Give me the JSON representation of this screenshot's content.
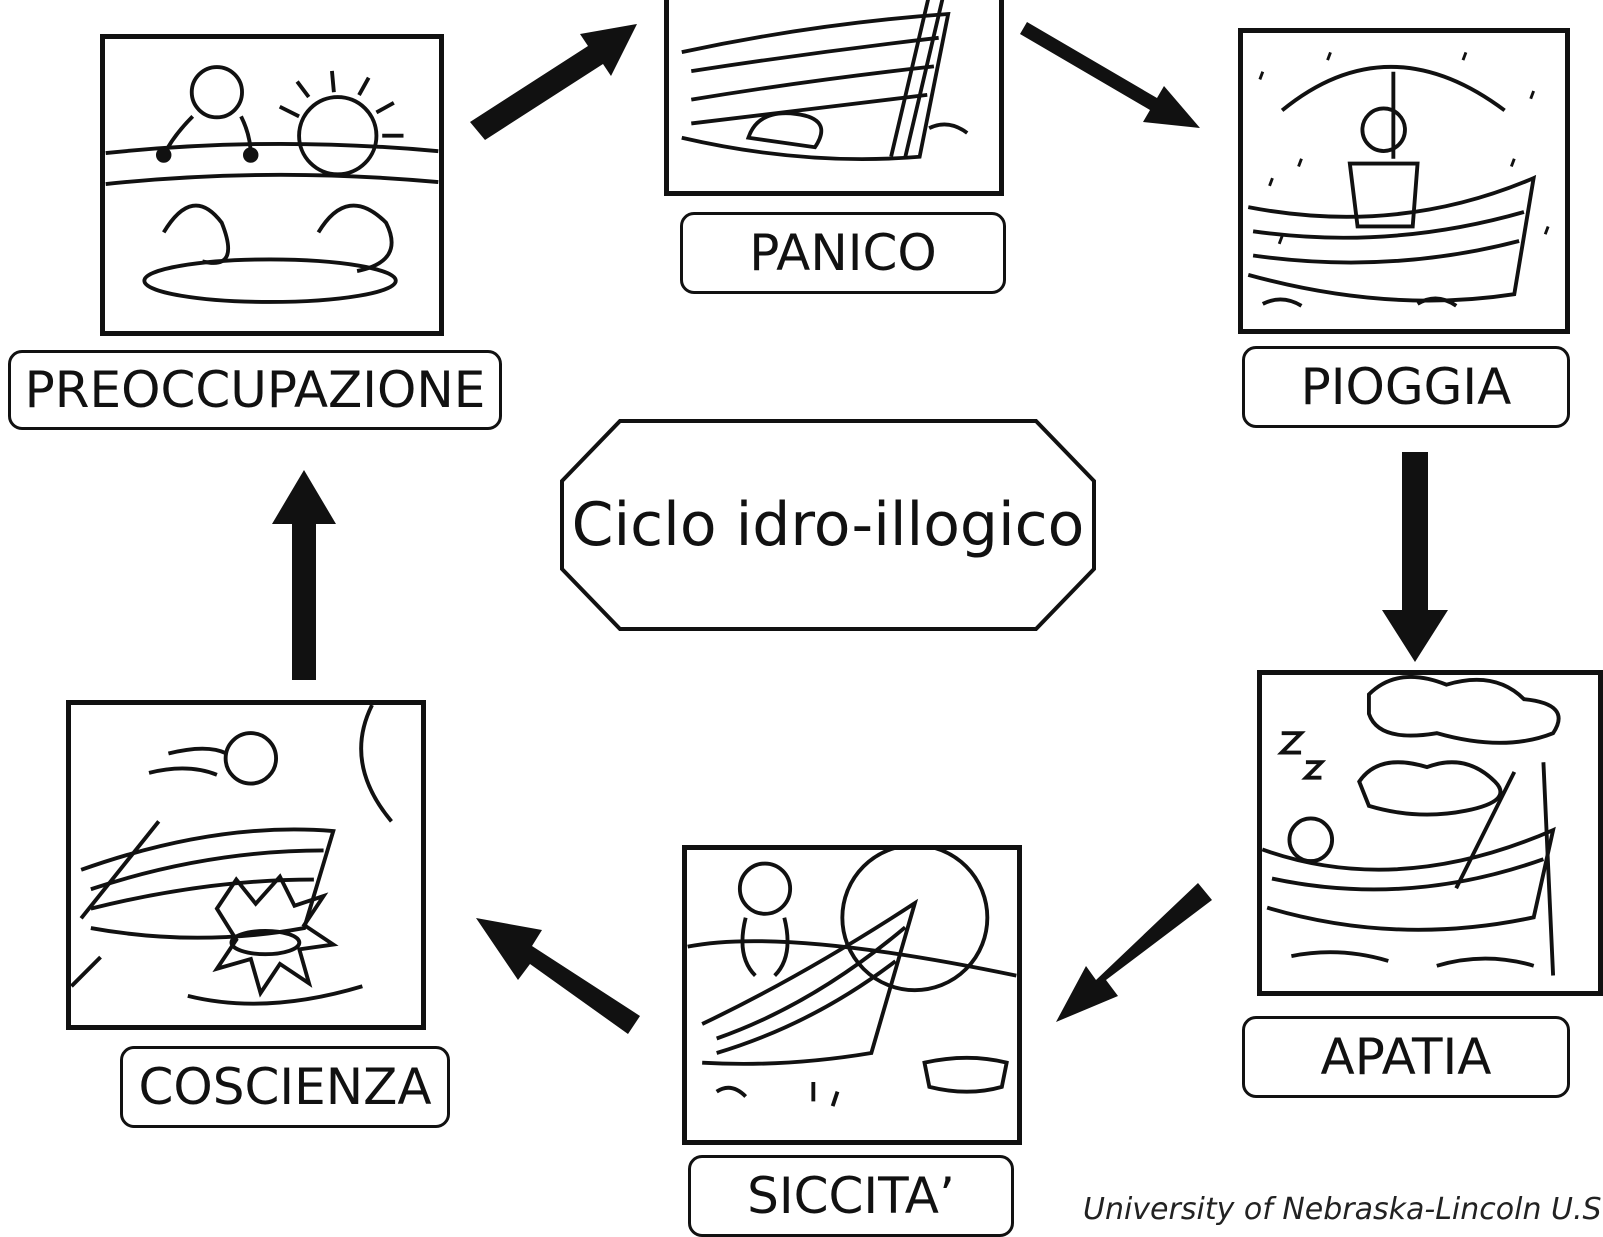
{
  "title": "Ciclo idro-illogico",
  "stages": [
    {
      "id": "preoccupazione",
      "label": "PREOCCUPAZIONE"
    },
    {
      "id": "panico",
      "label": "PANICO"
    },
    {
      "id": "pioggia",
      "label": "PIOGGIA"
    },
    {
      "id": "apatia",
      "label": "APATIA"
    },
    {
      "id": "siccita",
      "label": "SICCITA’"
    },
    {
      "id": "coscienza",
      "label": "COSCIENZA"
    }
  ],
  "credit": "University of Nebraska-Lincoln U.S.",
  "colors": {
    "ink": "#111111",
    "paper": "#ffffff"
  }
}
